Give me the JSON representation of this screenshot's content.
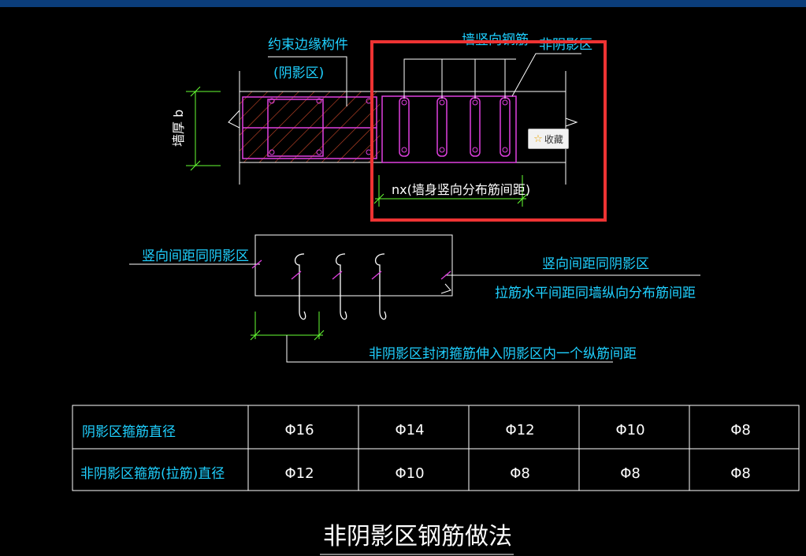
{
  "labels": {
    "boundary_member": "约束边缘构件",
    "shadow_zone": "(阴影区)",
    "wall_vertical_bar": "墙竖向钢筋",
    "non_shadow_zone": "非阴影区",
    "wall_thickness": "墙厚 b",
    "spacing_dim": "nx(墙身竖向分布筋间距)",
    "vert_spacing_left": "竖向间距同阴影区",
    "vert_spacing_right": "竖向间距同阴影区",
    "tie_spacing": "拉筋水平间距同墙纵向分布筋间距",
    "closed_stirrup_note": "非阴影区封闭箍筋伸入阴影区内一个纵筋间距"
  },
  "favorite_button": {
    "label": "收藏",
    "icon": "star-icon"
  },
  "table": {
    "rows": [
      {
        "header": "阴影区箍筋直径",
        "cells": [
          "Φ16",
          "Φ14",
          "Φ12",
          "Φ10",
          "Φ8"
        ]
      },
      {
        "header": "非阴影区箍筋(拉筋)直径",
        "cells": [
          "Φ12",
          "Φ10",
          "Φ8",
          "Φ8",
          "Φ8"
        ]
      }
    ]
  },
  "title": "非阴影区钢筋做法",
  "colors": {
    "background": "#000000",
    "cyan_text": "#1fd0ff",
    "magenta": "#e040e0",
    "green": "#66ff33",
    "highlight": "#ee3333",
    "hatch": "#d24a2a"
  }
}
